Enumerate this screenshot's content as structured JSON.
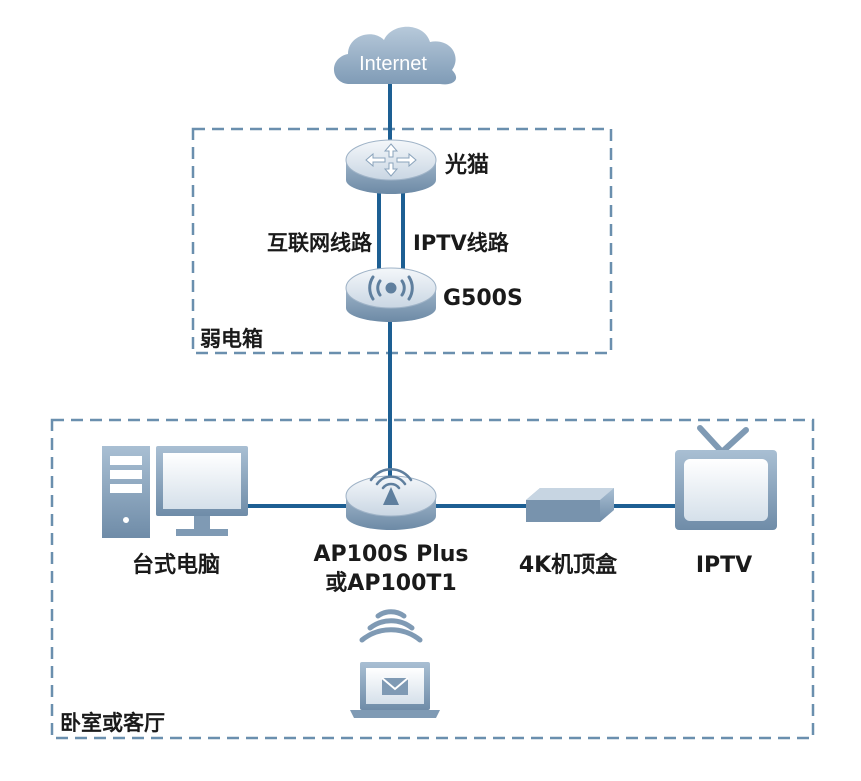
{
  "colors": {
    "link": "#1d5f93",
    "device_dark": "#7f9ab4",
    "device_light": "#e9eff5",
    "zone_border": "#6a8fae",
    "label": "#1a1a1a"
  },
  "cloud": {
    "label": "Internet",
    "icon": "cloud-icon"
  },
  "zones": {
    "distribution_box": {
      "label": "弱电箱"
    },
    "room": {
      "label": "卧室或客厅"
    }
  },
  "devices": {
    "modem": {
      "label": "光猫",
      "icon": "router-arrows-icon"
    },
    "gateway": {
      "label": "G500S",
      "icon": "router-wifi-icon"
    },
    "ap": {
      "label_line1": "AP100S Plus",
      "label_line2": "或AP100T1",
      "icon": "ceiling-ap-icon"
    },
    "desktop": {
      "label": "台式电脑",
      "icon": "desktop-pc-icon"
    },
    "settop": {
      "label": "4K机顶盒",
      "icon": "set-top-box-icon"
    },
    "tv": {
      "label": "IPTV",
      "icon": "tv-icon"
    },
    "laptop": {
      "icon": "laptop-icon",
      "wifi_icon": "wifi-signal-icon"
    }
  },
  "links": {
    "internet_line": {
      "label": "互联网线路"
    },
    "iptv_line": {
      "label": "IPTV线路"
    }
  }
}
